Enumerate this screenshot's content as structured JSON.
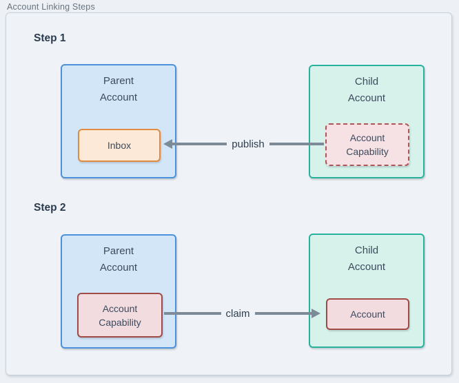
{
  "page": {
    "title": "Account Linking Steps"
  },
  "colors": {
    "page_background": "#edf1f5",
    "panel_background": "#eff3f7",
    "panel_border": "#c7d1db",
    "parent_box_fill": "#d3e6f8",
    "parent_box_border": "#4a90da",
    "child_box_fill": "#d6f2eb",
    "child_box_border": "#27b29c",
    "inbox_fill": "#fce9d7",
    "inbox_border": "#e08b3f",
    "capability_fill": "#f6e1e4",
    "capability_border": "#ad5454",
    "account_fill": "#f2dce0",
    "account_border": "#a04a46",
    "arrow": "#7d8b99",
    "text_dark": "#3c4b5d"
  },
  "steps": [
    {
      "label": "Step 1",
      "parent": {
        "title_lines": [
          "Parent",
          "Account"
        ],
        "inner": {
          "label_lines": [
            "Inbox"
          ],
          "style": "solid-orange"
        }
      },
      "child": {
        "title_lines": [
          "Child",
          "Account"
        ],
        "inner": {
          "label_lines": [
            "Account",
            "Capability"
          ],
          "style": "dashed-red"
        }
      },
      "arrow": {
        "label": "publish",
        "direction": "right-to-left"
      }
    },
    {
      "label": "Step 2",
      "parent": {
        "title_lines": [
          "Parent",
          "Account"
        ],
        "inner": {
          "label_lines": [
            "Account",
            "Capability"
          ],
          "style": "solid-red"
        }
      },
      "child": {
        "title_lines": [
          "Child",
          "Account"
        ],
        "inner": {
          "label_lines": [
            "Account"
          ],
          "style": "solid-red"
        }
      },
      "arrow": {
        "label": "claim",
        "direction": "left-to-right"
      }
    }
  ]
}
